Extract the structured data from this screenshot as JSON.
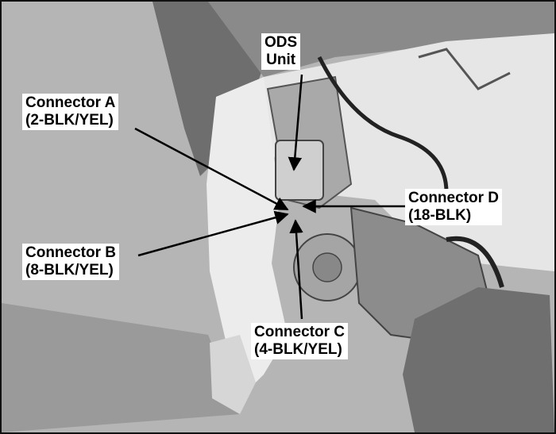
{
  "callouts": {
    "ods_unit": {
      "line1": "ODS",
      "line2": "Unit"
    },
    "connector_a": {
      "line1": "Connector A",
      "line2": "(2-BLK/YEL)"
    },
    "connector_b": {
      "line1": "Connector B",
      "line2": "(8-BLK/YEL)"
    },
    "connector_c": {
      "line1": "Connector C",
      "line2": "(4-BLK/YEL)"
    },
    "connector_d": {
      "line1": "Connector D",
      "line2": "(18-BLK)"
    }
  }
}
